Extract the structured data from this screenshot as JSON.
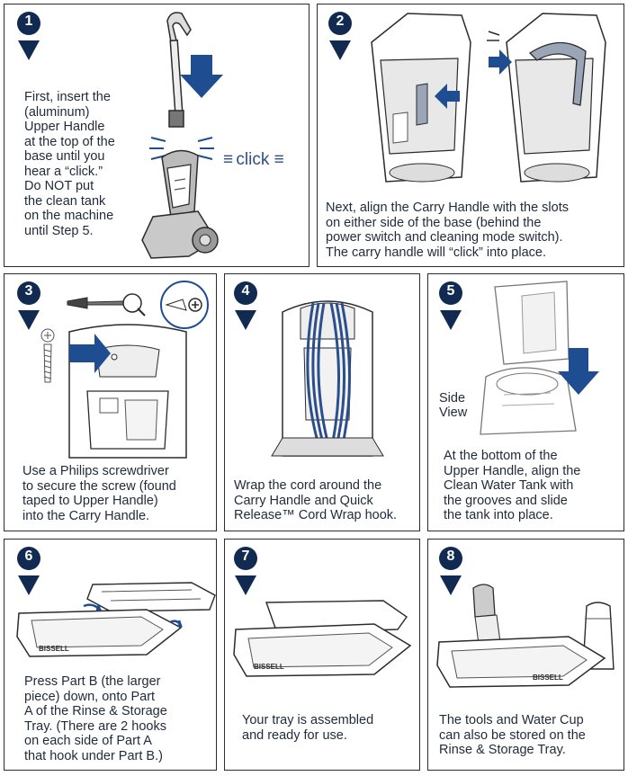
{
  "colors": {
    "accent": "#1f4d91",
    "navy": "#102a52",
    "line": "#2b2b2b"
  },
  "steps": [
    {
      "number": "1",
      "text": "First, insert the\n(aluminum)\nUpper Handle\nat the top of the\nbase until you\nhear a “click.”\nDo NOT put\nthe clean tank\non the machine\nuntil Step 5.",
      "callout": "click"
    },
    {
      "number": "2",
      "text": "Next, align the Carry Handle with the slots\non either side of the base (behind the\npower switch and cleaning mode switch).\nThe carry handle will “click” into place."
    },
    {
      "number": "3",
      "text": "Use a Philips screwdriver\nto secure the screw (found\ntaped to Upper Handle)\ninto the Carry Handle."
    },
    {
      "number": "4",
      "text": "Wrap the cord around the\nCarry Handle and Quick\nRelease™ Cord Wrap hook."
    },
    {
      "number": "5",
      "text": "At the bottom of the\nUpper Handle, align the\nClean Water Tank with\nthe grooves and slide\nthe tank into place.",
      "label": "Side\nView"
    },
    {
      "number": "6",
      "text": "Press Part B (the larger\npiece) down, onto Part\nA of the Rinse & Storage\nTray. (There are 2 hooks\non each side of Part A\nthat hook under Part B.)"
    },
    {
      "number": "7",
      "text": "Your tray is assembled\nand ready for use."
    },
    {
      "number": "8",
      "text": "The tools and Water Cup\ncan also be stored on the\nRinse & Storage Tray."
    }
  ]
}
